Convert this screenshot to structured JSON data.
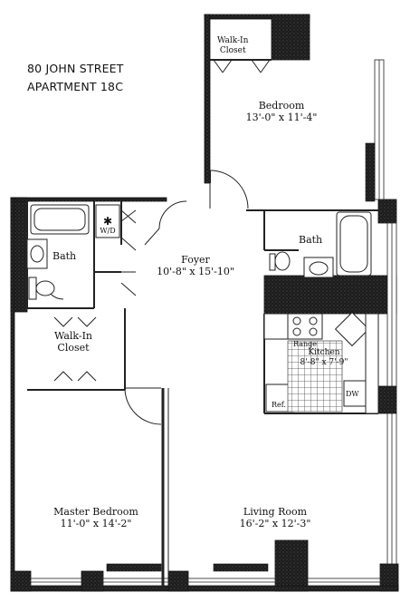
{
  "header": {
    "address": "80 JOHN STREET",
    "apartment": "APARTMENT 18C"
  },
  "rooms": {
    "walkin_closet_top": {
      "line1": "Walk-In",
      "line2": "Closet"
    },
    "bedroom": {
      "name": "Bedroom",
      "dims": "13'-0\" x 11'-4\""
    },
    "bath_left": {
      "name": "Bath"
    },
    "wd": {
      "name": "W/D"
    },
    "foyer": {
      "name": "Foyer",
      "dims": "10'-8\" x 15'-10\""
    },
    "bath_right": {
      "name": "Bath"
    },
    "walkin_closet_left": {
      "line1": "Walk-In",
      "line2": "Closet"
    },
    "kitchen": {
      "name": "Kitchen",
      "dims": "8'-8\" x 7'-9\""
    },
    "range": {
      "name": "Range"
    },
    "dw": {
      "name": "DW"
    },
    "ref": {
      "name": "Ref."
    },
    "master_bedroom": {
      "name": "Master Bedroom",
      "dims": "11'-0\" x 14'-2\""
    },
    "living_room": {
      "name": "Living Room",
      "dims": "16'-2\" x 12'-3\""
    }
  },
  "colors": {
    "wall": "#1c1c1c",
    "wall_texture": "#3a3a3a",
    "line": "#222222",
    "fixture_fill": "#ffffff"
  }
}
